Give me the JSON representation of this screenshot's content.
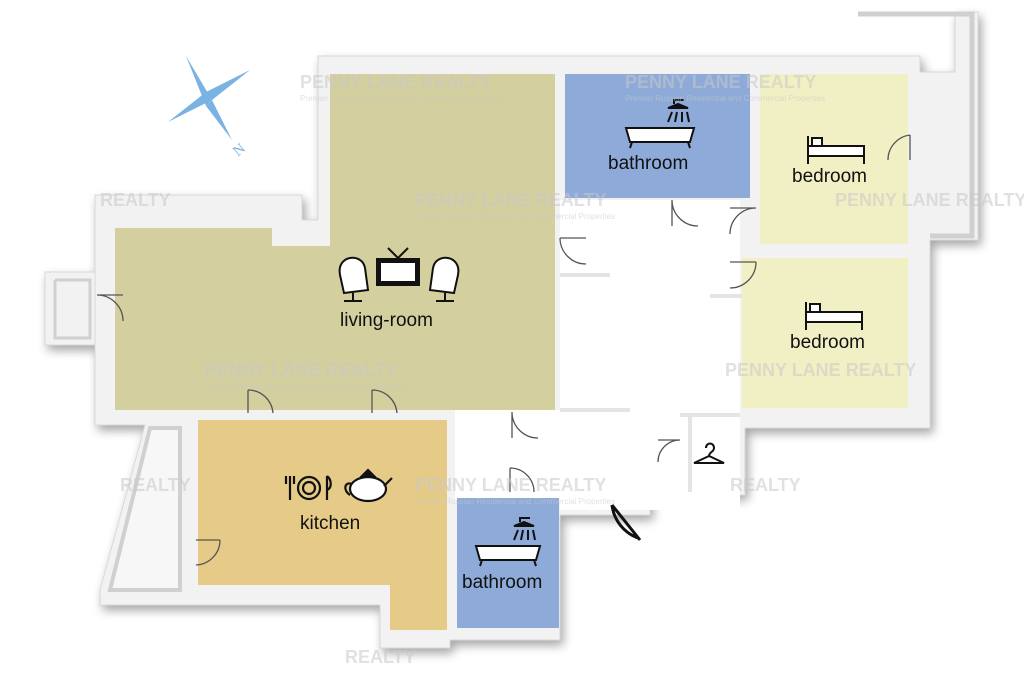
{
  "rooms": {
    "living_room": {
      "label": "living-room",
      "color": "#d4cf9e"
    },
    "kitchen": {
      "label": "kitchen",
      "color": "#e6cb88"
    },
    "bathroom_top": {
      "label": "bathroom",
      "color": "#8eaad8"
    },
    "bathroom_bottom": {
      "label": "bathroom",
      "color": "#8eaad8"
    },
    "bedroom_top": {
      "label": "bedroom",
      "color": "#f1efc4"
    },
    "bedroom_bottom": {
      "label": "bedroom",
      "color": "#f1efc4"
    }
  },
  "compass": {
    "label": "N",
    "color": "#7ab3e3"
  },
  "watermark": {
    "brand": "PENNY LANE REALTY",
    "tagline": "Premier Russian Residential and Commercial Properties",
    "fragment": "REALTY"
  },
  "colors": {
    "wall": "#f2f2f2",
    "wall_shadow": "#c8c8c8",
    "icon": "#111111"
  }
}
